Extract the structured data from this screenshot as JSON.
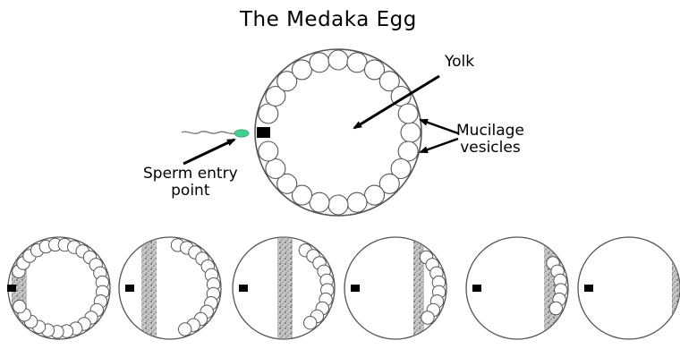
{
  "title": "The Medaka Egg",
  "labels": {
    "yolk": "Yolk",
    "mucilage_line1": "Mucilage",
    "mucilage_line2": "vesicles",
    "sperm_line1": "Sperm entry",
    "sperm_line2": "point"
  },
  "colors": {
    "sperm_head": "#3fcf8e",
    "outline": "#555555",
    "band": "#9a9a9a",
    "marker": "#000000"
  },
  "stages": [
    {
      "band": "left",
      "vesicles": "ring"
    },
    {
      "band": "left-inner",
      "vesicles": "right-partial"
    },
    {
      "band": "center",
      "vesicles": "right-half"
    },
    {
      "band": "right-center",
      "vesicles": "right-few"
    },
    {
      "band": "right",
      "vesicles": "right-edge"
    },
    {
      "band": "far-right",
      "vesicles": "none"
    }
  ]
}
